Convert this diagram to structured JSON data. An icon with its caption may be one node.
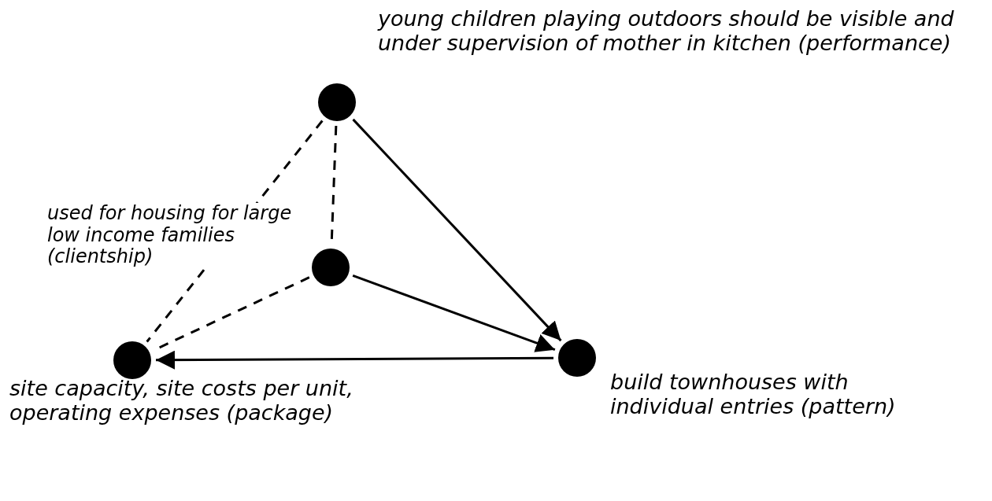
{
  "diagram": {
    "nodes": [
      {
        "text": [],
        "shape": "circle",
        "beside": [
          "young children playing outdoors should be visible and under supervision of mother in kitchen (performance)"
        ]
      },
      {
        "text": [],
        "shape": "circle",
        "beside": [
          "used for housing for large low income families (clientship)"
        ]
      },
      {
        "text": [],
        "shape": "circle",
        "beside": [
          "site capacity, site costs per unit, operating expenses (package)"
        ]
      },
      {
        "text": [],
        "shape": "circle",
        "beside": [
          "build townhouses with individual entries (pattern)"
        ]
      }
    ],
    "edges": [
      {
        "from": 0,
        "to": 3,
        "arrow": "to"
      },
      {
        "from": 1,
        "to": 3,
        "arrow": "to"
      },
      {
        "from": 3,
        "to": 2,
        "arrow": "to"
      },
      {
        "from": 0,
        "to": 1,
        "arrow": "none",
        "style": "dashed"
      },
      {
        "from": 0,
        "to": 2,
        "arrow": "none",
        "style": "dashed"
      },
      {
        "from": 1,
        "to": 2,
        "arrow": "none",
        "style": "dashed"
      }
    ]
  }
}
